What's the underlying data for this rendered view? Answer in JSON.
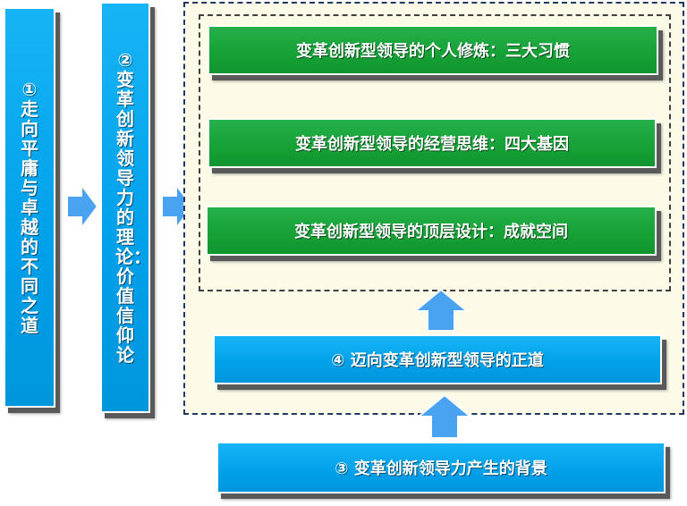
{
  "left_column": {
    "box1": "①走向平庸与卓越的不同之道",
    "box2": "②变革创新领导力的理论：价值信仰论"
  },
  "inner_section": {
    "items": [
      "变革创新型领导的个人修炼：三大习惯",
      "变革创新型领导的经营思维：四大基因",
      "变革创新型领导的顶层设计：成就空间"
    ]
  },
  "box4": "④ 迈向变革创新型领导的正道",
  "box3": "③ 变革创新领导力产生的背景",
  "colors": {
    "blue": "#00a0ea",
    "green": "#16a136",
    "arrow": "#4aa3f0",
    "panel_border": "#1f3864",
    "panel_fill": "#fdfbe8"
  }
}
